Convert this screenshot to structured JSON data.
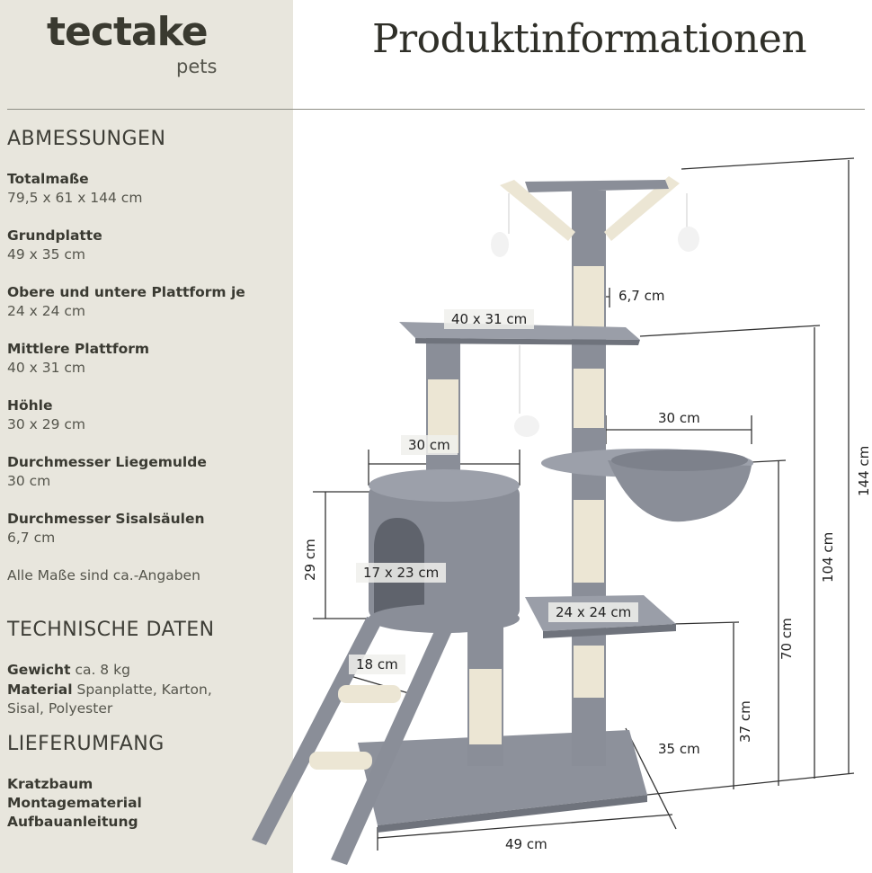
{
  "brand": {
    "name": "tectake",
    "sub": "pets"
  },
  "page_title": "Produktinformationen",
  "dimensions_section": {
    "title": "ABMESSUNGEN",
    "items": [
      {
        "label": "Totalmaße",
        "value": "79,5 x 61 x 144 cm"
      },
      {
        "label": "Grundplatte",
        "value": "49 x 35 cm"
      },
      {
        "label": "Obere und untere Plattform je",
        "value": "24 x 24 cm"
      },
      {
        "label": "Mittlere Plattform",
        "value": "40 x 31 cm"
      },
      {
        "label": "Höhle",
        "value": "30 x 29 cm"
      },
      {
        "label": "Durchmesser Liegemulde",
        "value": "30 cm"
      },
      {
        "label": "Durchmesser Sisalsäulen",
        "value": "6,7 cm"
      }
    ],
    "note": "Alle Maße sind ca.-Angaben"
  },
  "technical_section": {
    "title": "TECHNISCHE DATEN",
    "weight_label": "Gewicht",
    "weight_value": "ca. 8 kg",
    "material_label": "Material",
    "material_value_1": "Spanplatte, Karton,",
    "material_value_2": "Sisal, Polyester"
  },
  "delivery_section": {
    "title": "LIEFERUMFANG",
    "items": [
      "Kratzbaum",
      "Montagematerial",
      "Aufbauanleitung"
    ]
  },
  "product_labels": {
    "post_diameter": "6,7 cm",
    "middle_platform": "40 x 31 cm",
    "bed_diameter": "30 cm",
    "cave_width": "30 cm",
    "cave_height": "29 cm",
    "cave_opening": "17 x 23 cm",
    "lower_platform": "24 x 24 cm",
    "step_width": "18 cm",
    "base_depth": "35 cm",
    "base_width": "49 cm",
    "total_height": "144 cm",
    "middle_height": "104 cm",
    "bed_height": "70 cm",
    "lower_height": "37 cm"
  },
  "colors": {
    "sidebar": "#e8e6dd",
    "plush": "#8a8e98",
    "sisal": "#ece6d4"
  }
}
